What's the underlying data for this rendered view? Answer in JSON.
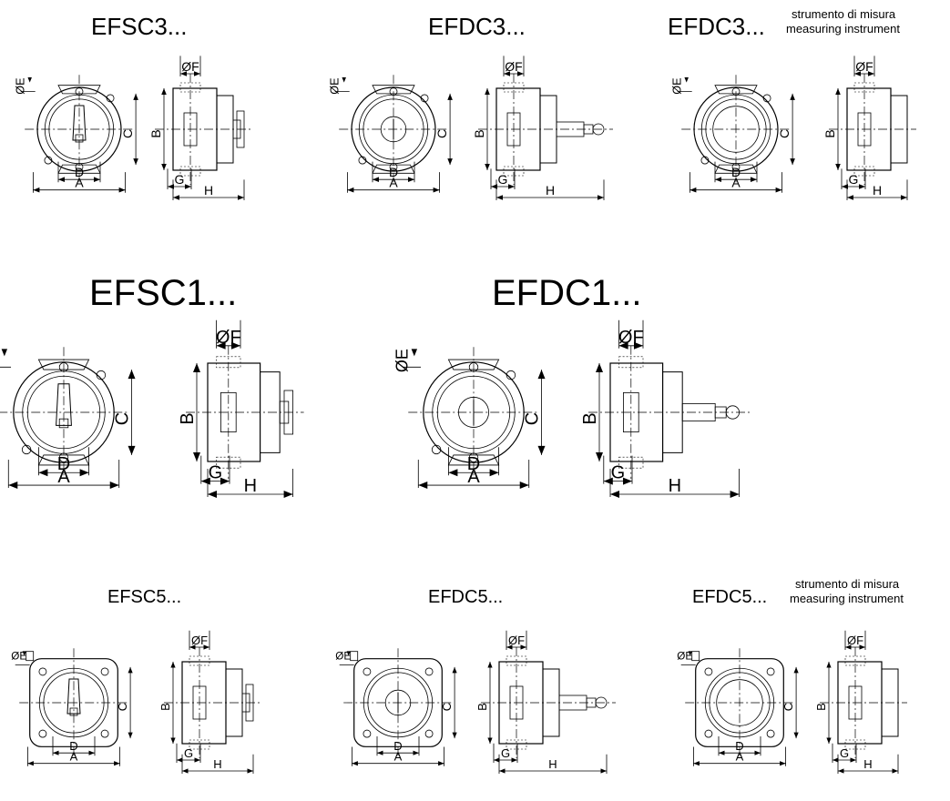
{
  "rows": [
    {
      "groups": [
        {
          "model": "EFSC3...",
          "note": []
        },
        {
          "model": "EFDC3...",
          "note": []
        },
        {
          "model": "EFDC3...",
          "note": [
            "strumento di misura",
            "measuring instrument"
          ]
        }
      ]
    },
    {
      "groups": [
        {
          "model": "EFSC1...",
          "note": []
        },
        {
          "model": "EFDC1...",
          "note": []
        }
      ]
    },
    {
      "groups": [
        {
          "model": "EFSC5...",
          "note": []
        },
        {
          "model": "EFDC5...",
          "note": []
        },
        {
          "model": "EFDC5...",
          "note": [
            "strumento di misura",
            "measuring instrument"
          ]
        }
      ]
    }
  ],
  "dimension_labels": {
    "A": "A",
    "B": "B",
    "C": "C",
    "D": "D",
    "E": "ØE",
    "F": "ØF",
    "G": "G",
    "H": "H"
  },
  "face_variants": [
    "switch-handle",
    "push-button",
    "instrument-window"
  ]
}
